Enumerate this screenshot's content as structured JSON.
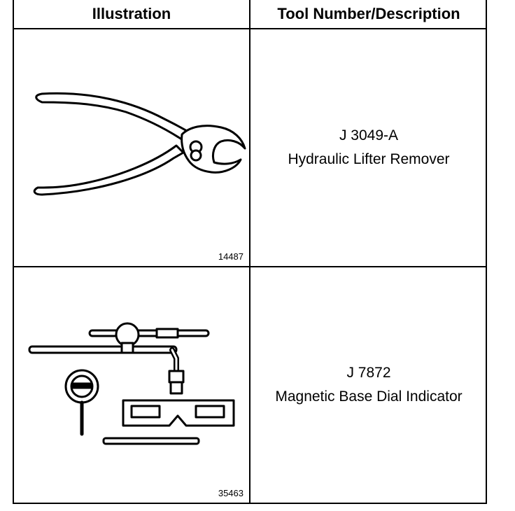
{
  "table": {
    "headers": {
      "illustration": "Illustration",
      "tool": "Tool Number/Description"
    },
    "rows": [
      {
        "figure_number": "14487",
        "tool_number": "J 3049-A",
        "description": "Hydraulic Lifter Remover",
        "illustration_icon": "pliers-icon"
      },
      {
        "figure_number": "35463",
        "tool_number": "J 7872",
        "description": "Magnetic Base Dial Indicator",
        "illustration_icon": "dial-indicator-icon"
      }
    ]
  }
}
